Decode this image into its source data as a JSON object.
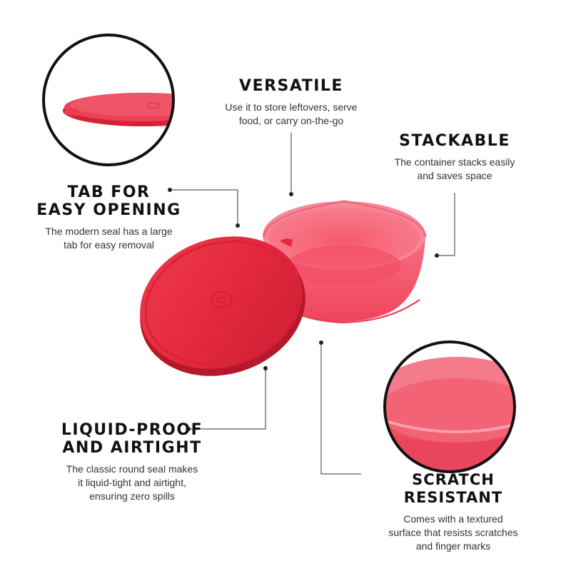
{
  "features": {
    "versatile": {
      "title": "VERSATILE",
      "description": "Use it to store leftovers, serve\nfood, or carry on-the-go"
    },
    "stackable": {
      "title": "STACKABLE",
      "description": "The container stacks easily\nand saves space"
    },
    "tab": {
      "title": "TAB FOR\nEASY OPENING",
      "description": "The modern seal has a large\ntab for easy removal"
    },
    "liquid": {
      "title": "LIQUID-PROOF\nAND AIRTIGHT",
      "description": "The classic round seal makes\nit liquid-tight and airtight,\nensuring zero spills"
    },
    "scratch": {
      "title": "SCRATCH RESISTANT",
      "description": "Comes with a textured\nsurface that resists scratches\nand finger marks"
    }
  },
  "colors": {
    "lid_red": "#e5283d",
    "bowl_pink": "#f2455c",
    "leader_line": "#333333",
    "text": "#111111"
  }
}
